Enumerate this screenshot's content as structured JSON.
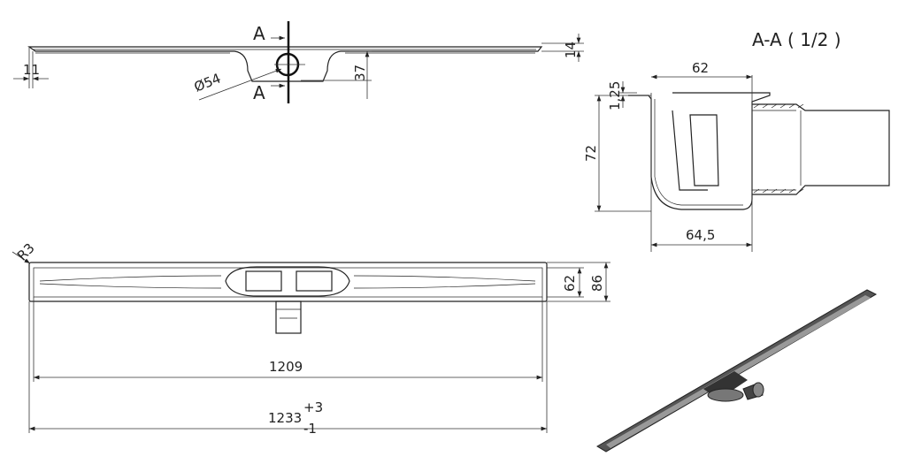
{
  "section_title": "A-A ( 1/2 )",
  "top_view": {
    "section_mark_top": "A",
    "section_mark_bottom": "A",
    "dim_edge": "11",
    "dim_outlet_diameter": "Ø54",
    "dim_outlet_depth": "37",
    "dim_height": "14"
  },
  "section_view": {
    "dim_top_width": "62",
    "dim_flange": "1,25",
    "dim_depth": "72",
    "dim_bottom_width": "64,5"
  },
  "plan_view": {
    "dim_radius": "R3",
    "dim_inner_width": "62",
    "dim_outer_width": "86",
    "dim_inner_length": "1209",
    "dim_outer_length": "1233",
    "tol_plus": "+3",
    "tol_minus": "-1"
  }
}
